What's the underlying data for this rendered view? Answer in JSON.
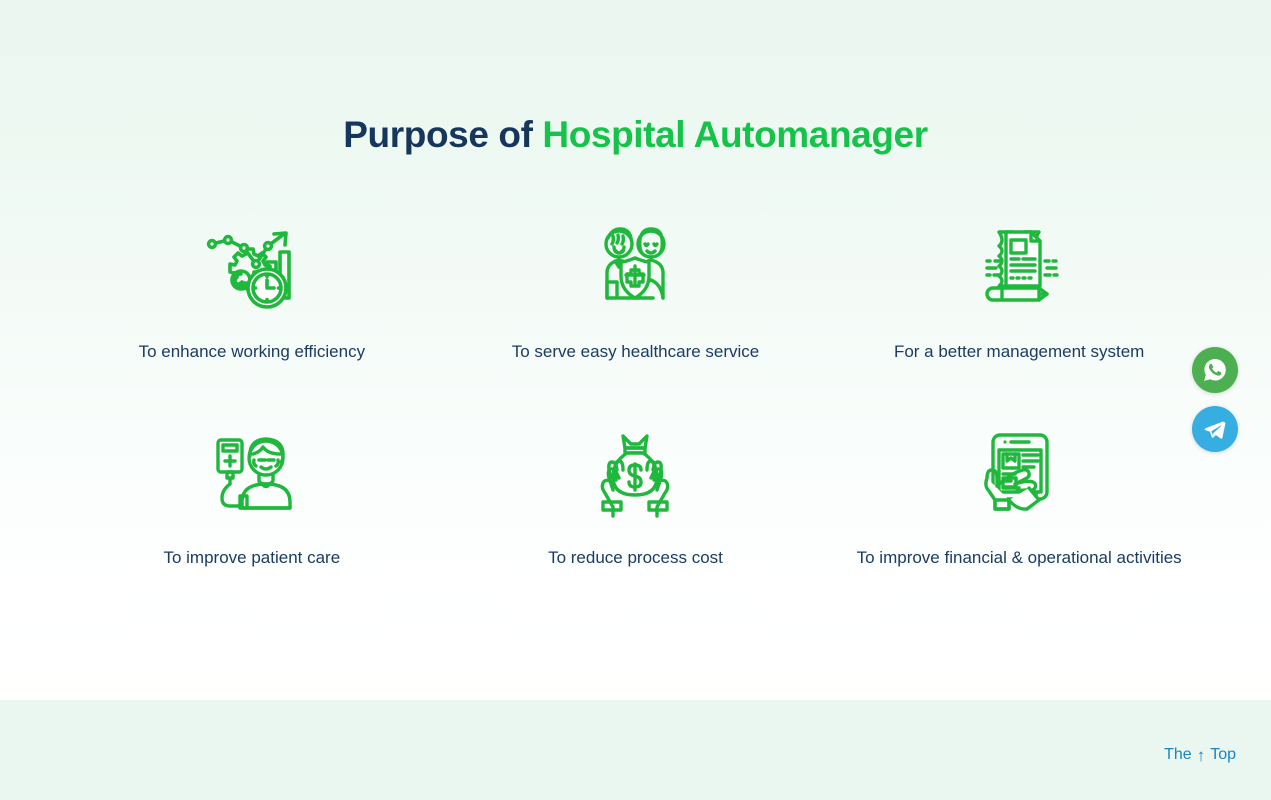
{
  "page": {
    "background_top": "#eaf6ef",
    "background_footer": "#eaf6f0"
  },
  "title": {
    "dark_part": "Purpose of ",
    "green_part": "Hospital Automanager",
    "dark_color": "#16365c",
    "green_color": "#16c34a"
  },
  "purposes": [
    {
      "icon": "efficiency-chart-gear-clock-icon",
      "label": "To enhance working efficiency"
    },
    {
      "icon": "healthcare-people-shield-icon",
      "label": "To serve easy healthcare service"
    },
    {
      "icon": "document-scroll-pencil-icon",
      "label": "For a better management system"
    },
    {
      "icon": "patient-iv-drip-icon",
      "label": "To improve patient care"
    },
    {
      "icon": "hands-money-bag-icon",
      "label": "To reduce process cost"
    },
    {
      "icon": "hand-tablet-invoice-icon",
      "label": "To improve financial & operational activities"
    }
  ],
  "icon_color": "#1fb83c",
  "social": {
    "whatsapp": {
      "name": "whatsapp-icon",
      "color": "#4caf50"
    },
    "telegram": {
      "name": "telegram-icon",
      "color": "#37aee2"
    }
  },
  "back_to_top": {
    "prefix": "The",
    "arrow": "↑",
    "suffix": "Top",
    "color": "#1b84c2"
  }
}
